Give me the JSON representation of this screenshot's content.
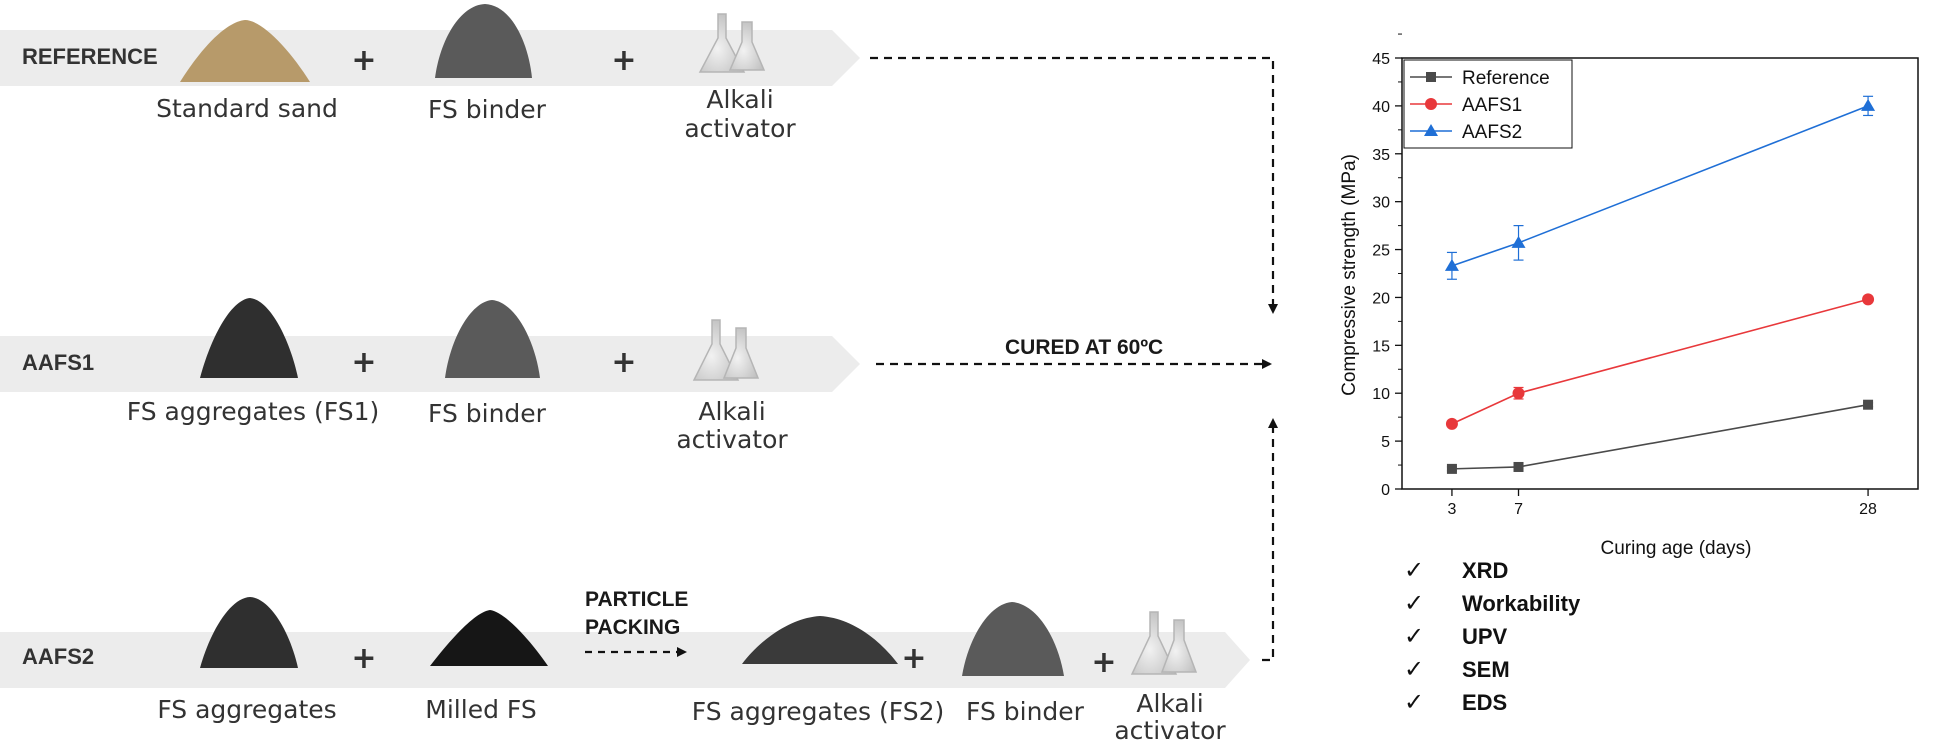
{
  "rows": [
    {
      "label": "REFERENCE",
      "items": [
        {
          "caption_lines": [
            "Standard sand"
          ],
          "icon": "sand-pile",
          "color": "#b79a6a"
        },
        {
          "caption_lines": [
            "FS binder"
          ],
          "icon": "powder-pile",
          "color": "#5a5a5a"
        },
        {
          "caption_lines": [
            "Alkali",
            "activator"
          ],
          "icon": "flask-icon",
          "color": "#cfcfcf"
        }
      ]
    },
    {
      "label": "AAFS1",
      "items": [
        {
          "caption_lines": [
            "FS aggregates (FS1)"
          ],
          "icon": "aggregate-pile",
          "color": "#2f2f2f"
        },
        {
          "caption_lines": [
            "FS binder"
          ],
          "icon": "powder-pile",
          "color": "#5a5a5a"
        },
        {
          "caption_lines": [
            "Alkali",
            "activator"
          ],
          "icon": "flask-icon",
          "color": "#cfcfcf"
        }
      ]
    },
    {
      "label": "AAFS2",
      "items": [
        {
          "caption_lines": [
            "FS aggregates"
          ],
          "icon": "aggregate-pile",
          "color": "#2f2f2f"
        },
        {
          "caption_lines": [
            "Milled FS"
          ],
          "icon": "milled-pile",
          "color": "#161616"
        },
        {
          "caption_lines": [
            "FS aggregates (FS2)"
          ],
          "icon": "mixed-pile",
          "color": "#3a3a3a"
        },
        {
          "caption_lines": [
            "FS binder"
          ],
          "icon": "powder-pile",
          "color": "#5a5a5a"
        },
        {
          "caption_lines": [
            "Alkali",
            "activator"
          ],
          "icon": "flask-icon",
          "color": "#cfcfcf"
        }
      ]
    }
  ],
  "plus_sign": "+",
  "particle_packing_lines": [
    "PARTICLE",
    "PACKING"
  ],
  "cured_label": "CURED AT 60ºC",
  "chart_data": {
    "type": "line",
    "x": [
      3,
      7,
      28
    ],
    "series": [
      {
        "name": "Reference",
        "values": [
          2.1,
          2.3,
          8.8
        ],
        "errors": [
          0.2,
          0.2,
          0.2
        ],
        "color": "#4a4a4a",
        "marker": "square"
      },
      {
        "name": "AAFS1",
        "values": [
          6.8,
          10.0,
          19.8
        ],
        "errors": [
          0.3,
          0.6,
          0.2
        ],
        "color": "#e8383b",
        "marker": "circle"
      },
      {
        "name": "AAFS2",
        "values": [
          23.3,
          25.7,
          40.0
        ],
        "errors": [
          1.4,
          1.8,
          1.0
        ],
        "color": "#1f6fd6",
        "marker": "triangle"
      }
    ],
    "xlabel": "Curing age (days)",
    "ylabel": "Compressive strength (MPa)",
    "xticks": [
      3,
      7,
      28
    ],
    "yticks": [
      0,
      5,
      10,
      15,
      20,
      25,
      30,
      35,
      40,
      45
    ],
    "xlim": [
      0,
      31
    ],
    "ylim": [
      0,
      45
    ],
    "legend": "top-left",
    "grid": false
  },
  "tests": [
    "XRD",
    "Workability",
    "UPV",
    "SEM",
    "EDS"
  ],
  "check_symbol": "✓"
}
